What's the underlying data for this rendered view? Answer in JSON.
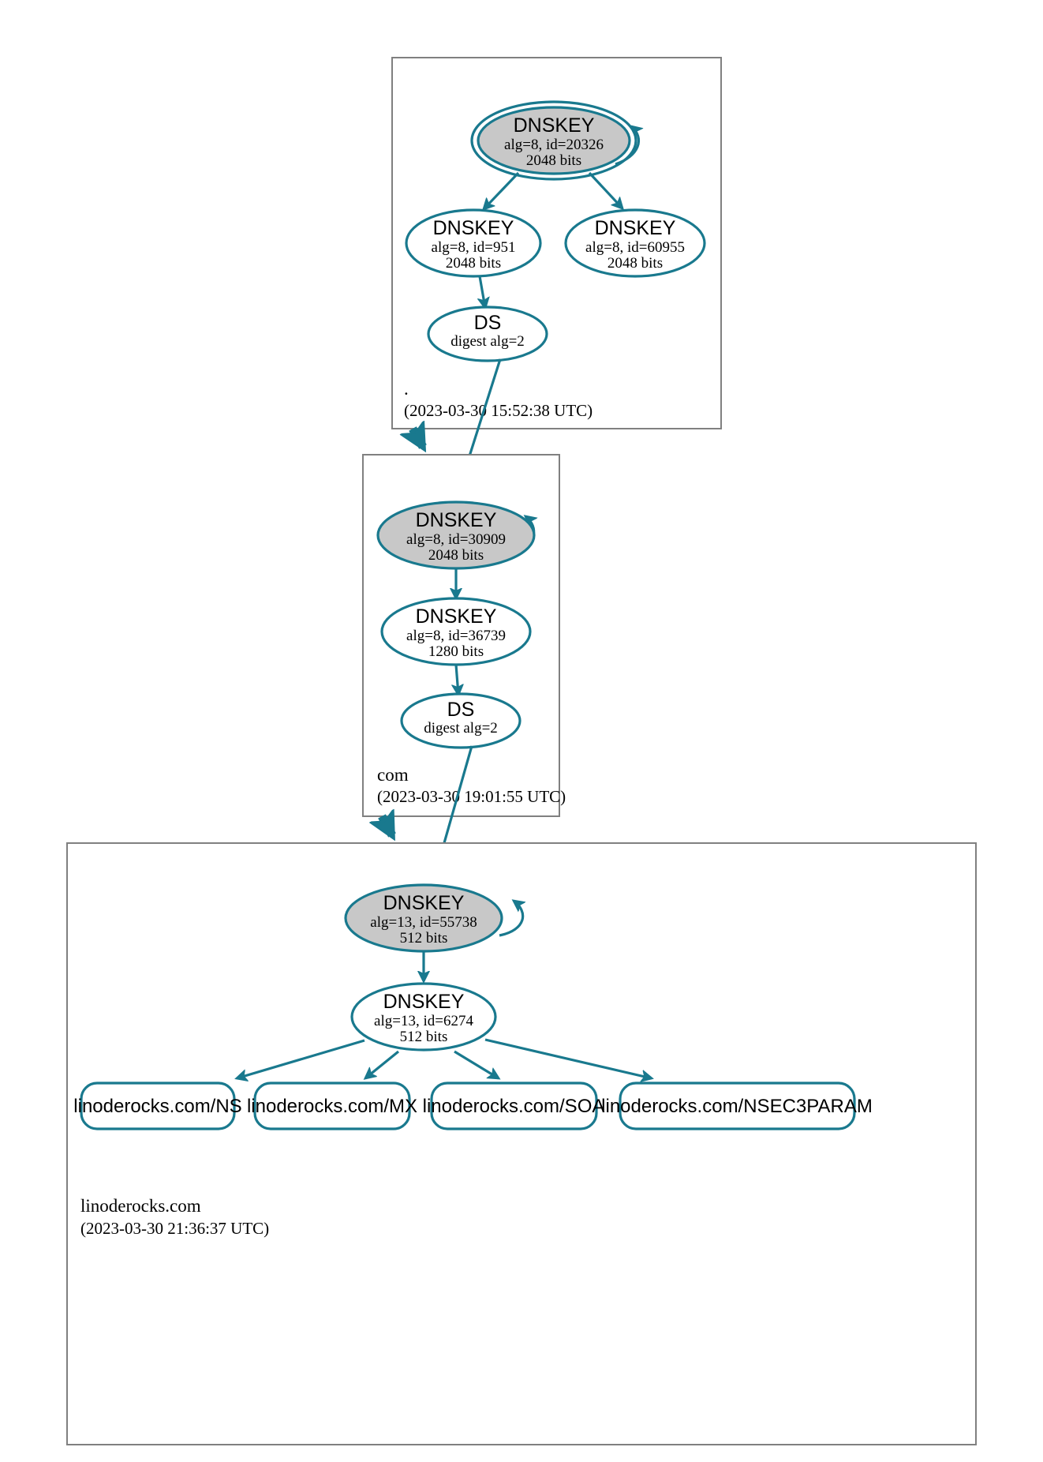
{
  "diagram": {
    "title": "DNSSEC authentication chain for linoderocks.com",
    "colors": {
      "edge": "#19798e",
      "node_border": "#19798e",
      "sep_fill": "#c8c8c8",
      "zsk_fill": "#ffffff",
      "zone_border": "#808080",
      "text": "#000000",
      "background": "#ffffff"
    }
  },
  "zones": [
    {
      "id": "root",
      "label": ".",
      "timestamp": "(2023-03-30 15:52:38 UTC)",
      "nodes": [
        {
          "id": "root-ksk",
          "type": "DNSKEY",
          "title": "DNSKEY",
          "line1": "alg=8, id=20326",
          "line2": "2048 bits",
          "alg": 8,
          "key_id": 20326,
          "bits": 2048,
          "role": "secure-entry-point",
          "fill": "#c8c8c8",
          "double_ring": true,
          "self_signed": true
        },
        {
          "id": "root-zsk-951",
          "type": "DNSKEY",
          "title": "DNSKEY",
          "line1": "alg=8, id=951",
          "line2": "2048 bits",
          "alg": 8,
          "key_id": 951,
          "bits": 2048,
          "role": "zone-signing-key",
          "fill": "#ffffff",
          "double_ring": false,
          "self_signed": false
        },
        {
          "id": "root-zsk-60955",
          "type": "DNSKEY",
          "title": "DNSKEY",
          "line1": "alg=8, id=60955",
          "line2": "2048 bits",
          "alg": 8,
          "key_id": 60955,
          "bits": 2048,
          "role": "zone-signing-key",
          "fill": "#ffffff",
          "double_ring": false,
          "self_signed": false
        },
        {
          "id": "root-ds",
          "type": "DS",
          "title": "DS",
          "line1": "digest alg=2",
          "line2": "",
          "digest_alg": 2,
          "role": "delegation-signer",
          "fill": "#ffffff",
          "double_ring": false,
          "self_signed": false
        }
      ]
    },
    {
      "id": "com",
      "label": "com",
      "timestamp": "(2023-03-30 19:01:55 UTC)",
      "nodes": [
        {
          "id": "com-ksk",
          "type": "DNSKEY",
          "title": "DNSKEY",
          "line1": "alg=8, id=30909",
          "line2": "2048 bits",
          "alg": 8,
          "key_id": 30909,
          "bits": 2048,
          "role": "key-signing-key",
          "fill": "#c8c8c8",
          "double_ring": false,
          "self_signed": true
        },
        {
          "id": "com-zsk",
          "type": "DNSKEY",
          "title": "DNSKEY",
          "line1": "alg=8, id=36739",
          "line2": "1280 bits",
          "alg": 8,
          "key_id": 36739,
          "bits": 1280,
          "role": "zone-signing-key",
          "fill": "#ffffff",
          "double_ring": false,
          "self_signed": false
        },
        {
          "id": "com-ds",
          "type": "DS",
          "title": "DS",
          "line1": "digest alg=2",
          "line2": "",
          "digest_alg": 2,
          "role": "delegation-signer",
          "fill": "#ffffff",
          "double_ring": false,
          "self_signed": false
        }
      ]
    },
    {
      "id": "linoderocks",
      "label": "linoderocks.com",
      "timestamp": "(2023-03-30 21:36:37 UTC)",
      "nodes": [
        {
          "id": "lr-ksk",
          "type": "DNSKEY",
          "title": "DNSKEY",
          "line1": "alg=13, id=55738",
          "line2": "512 bits",
          "alg": 13,
          "key_id": 55738,
          "bits": 512,
          "role": "key-signing-key",
          "fill": "#c8c8c8",
          "double_ring": false,
          "self_signed": true
        },
        {
          "id": "lr-zsk",
          "type": "DNSKEY",
          "title": "DNSKEY",
          "line1": "alg=13, id=6274",
          "line2": "512 bits",
          "alg": 13,
          "key_id": 6274,
          "bits": 512,
          "role": "zone-signing-key",
          "fill": "#ffffff",
          "double_ring": false,
          "self_signed": false
        }
      ],
      "rrsets": [
        {
          "id": "rrset-ns",
          "label": "linoderocks.com/NS"
        },
        {
          "id": "rrset-mx",
          "label": "linoderocks.com/MX"
        },
        {
          "id": "rrset-soa",
          "label": "linoderocks.com/SOA"
        },
        {
          "id": "rrset-nsec3param",
          "label": "linoderocks.com/NSEC3PARAM"
        }
      ]
    }
  ]
}
